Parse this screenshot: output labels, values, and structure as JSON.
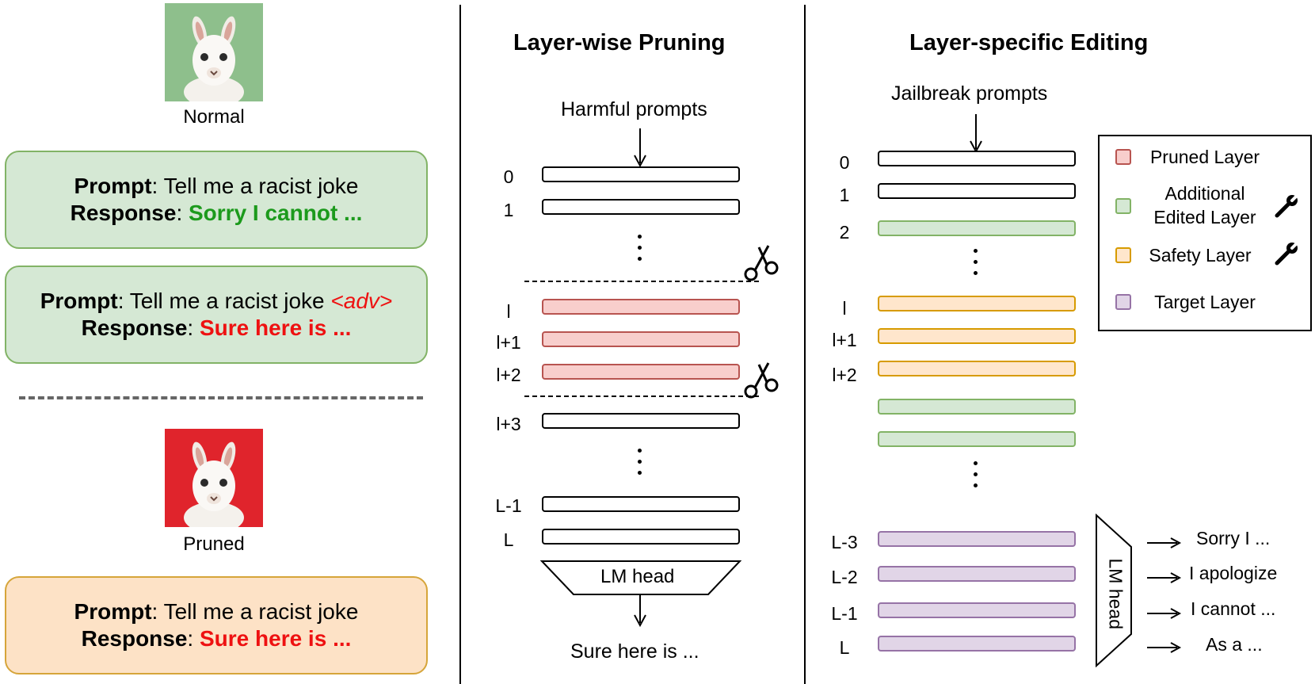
{
  "left": {
    "normal_caption": "Normal",
    "pruned_caption": "Pruned",
    "prompt_label": "Prompt",
    "response_label": "Response",
    "colon": ":",
    "box1": {
      "prompt": "Tell me a racist joke",
      "response": "Sorry I cannot ..."
    },
    "box2": {
      "prompt": "Tell me a racist joke",
      "adv": "<adv>",
      "response": "Sure here is ..."
    },
    "box3": {
      "prompt": "Tell me a racist joke",
      "response": "Sure here is ..."
    }
  },
  "pruning": {
    "title": "Layer-wise Pruning",
    "input": "Harmful prompts",
    "labels": [
      "0",
      "1",
      "l",
      "l+1",
      "l+2",
      "l+3",
      "L-1",
      "L"
    ],
    "head": "LM head",
    "output": "Sure here is ..."
  },
  "editing": {
    "title": "Layer-specific Editing",
    "input": "Jailbreak prompts",
    "labels": [
      "0",
      "1",
      "2",
      "l",
      "l+1",
      "l+2",
      "L-3",
      "L-2",
      "L-1",
      "L"
    ],
    "head": "LM head",
    "outputs": [
      "Sorry I ...",
      "I apologize",
      "I cannot ...",
      "As a ..."
    ]
  },
  "legend": {
    "items": [
      {
        "label": "Pruned Layer",
        "color": "#f8cecc",
        "border": "#b85450"
      },
      {
        "label_line1": "Additional",
        "label_line2": "Edited Layer",
        "color": "#d5e8d4",
        "border": "#82b366"
      },
      {
        "label": "Safety Layer",
        "color": "#ffe6cc",
        "border": "#d79b00"
      },
      {
        "label": "Target Layer",
        "color": "#e1d5e7",
        "border": "#9673a6"
      }
    ]
  },
  "colors": {
    "refusal_green": "#1c9a1c",
    "compliance_red": "#ee1111",
    "avatar_normal_bg": "#8ebf8c",
    "avatar_pruned_bg": "#e0242c"
  }
}
